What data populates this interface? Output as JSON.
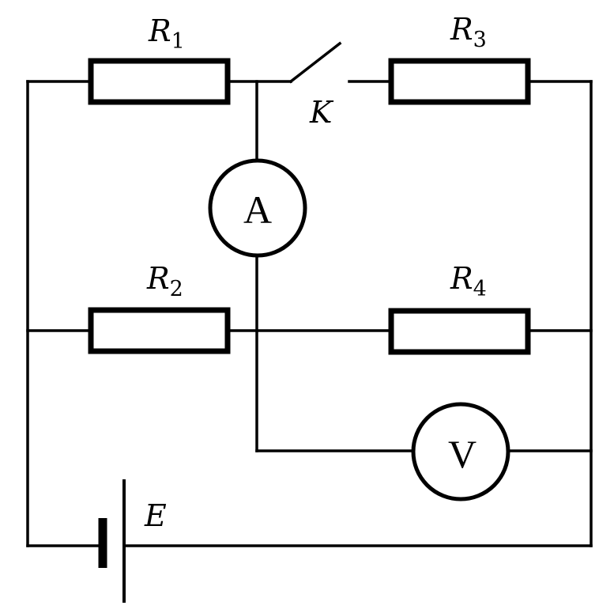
{
  "resistors": [
    {
      "symbol": "R",
      "subscript": "1"
    },
    {
      "symbol": "R",
      "subscript": "2"
    },
    {
      "symbol": "R",
      "subscript": "3"
    },
    {
      "symbol": "R",
      "subscript": "4"
    }
  ],
  "switch": {
    "label": "K"
  },
  "ammeter": {
    "letter": "A"
  },
  "voltmeter": {
    "letter": "V"
  },
  "battery": {
    "label": "E"
  }
}
